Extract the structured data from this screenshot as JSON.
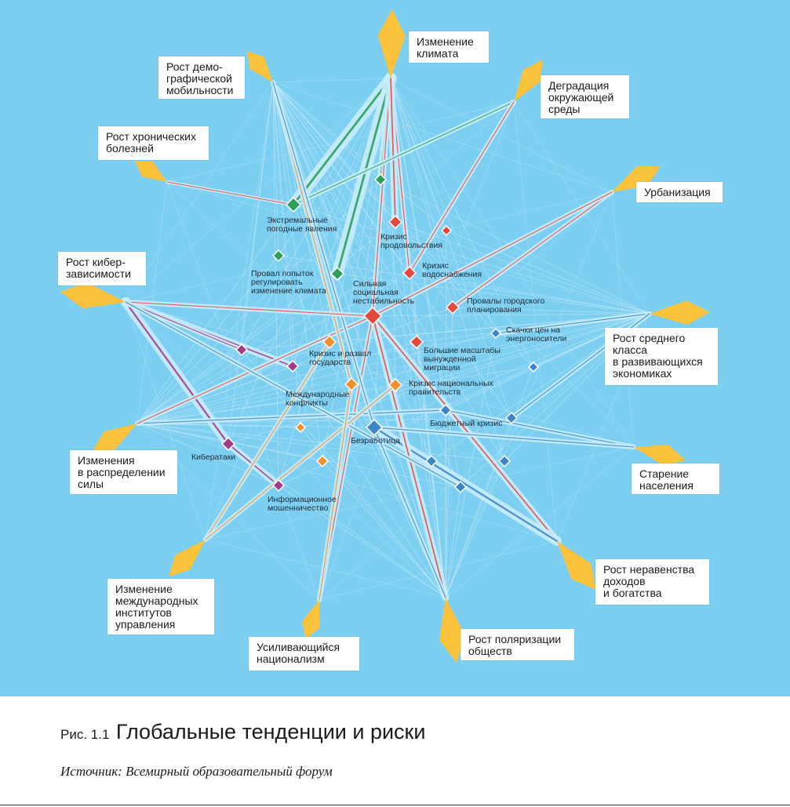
{
  "colors": {
    "background": "#7dcff2",
    "trend": "#fbc23c",
    "economic": "#3d85c6",
    "environmental": "#2e9e5b",
    "geopolitical": "#f0902f",
    "societal": "#e5483c",
    "technological": "#a63a8a"
  },
  "trends": [
    {
      "id": "t_climate",
      "label": "Изменение\nклимата"
    },
    {
      "id": "t_env",
      "label": "Деградация\nокружающей\nсреды"
    },
    {
      "id": "t_urban",
      "label": "Урбанизация"
    },
    {
      "id": "t_middle",
      "label": "Рост среднего\nкласса\nв развивающихся\nэкономиках"
    },
    {
      "id": "t_aging",
      "label": "Старение\nнаселения"
    },
    {
      "id": "t_inequality",
      "label": "Рост неравенства\nдоходов\nи богатства"
    },
    {
      "id": "t_polar",
      "label": "Рост поляризации\nобществ"
    },
    {
      "id": "t_nation",
      "label": "Усиливающийся\nнационализм"
    },
    {
      "id": "t_govern",
      "label": "Изменение\nмеждународных\nинститутов\nуправления"
    },
    {
      "id": "t_power",
      "label": "Изменения\nв распределении\nсилы"
    },
    {
      "id": "t_cyber",
      "label": "Рост кибер-\nзависимости"
    },
    {
      "id": "t_disease",
      "label": "Рост хронических\nболезней"
    },
    {
      "id": "t_demo",
      "label": "Рост демо-\nграфической\nмобильности"
    }
  ],
  "risks": [
    {
      "id": "r_weather",
      "label": "Экстремальные\nпогодные явления",
      "category": "environmental"
    },
    {
      "id": "r_env2",
      "label": "",
      "category": "environmental"
    },
    {
      "id": "r_env3",
      "label": "",
      "category": "environmental"
    },
    {
      "id": "r_climfail",
      "label": "Провал попыток\nрегулировать\nизменение климата",
      "category": "environmental"
    },
    {
      "id": "r_food",
      "label": "Кризис\nпродовольствия",
      "category": "societal"
    },
    {
      "id": "r_soc2",
      "label": "",
      "category": "societal"
    },
    {
      "id": "r_water",
      "label": "Кризис\nводоснабжения",
      "category": "societal"
    },
    {
      "id": "r_urbanfail",
      "label": "Провалы городского\nпланирования",
      "category": "societal"
    },
    {
      "id": "r_instability",
      "label": "Сильная\nсоциальная\nнестабильность",
      "category": "societal"
    },
    {
      "id": "r_migration",
      "label": "Большие масштабы\nвынужденной\nмиграции",
      "category": "societal"
    },
    {
      "id": "r_energy",
      "label": "Скачки цен на\nэнергоносители",
      "category": "economic"
    },
    {
      "id": "r_eco2",
      "label": "",
      "category": "economic"
    },
    {
      "id": "r_statecol",
      "label": "Кризис и развал\nгосударств",
      "category": "geopolitical"
    },
    {
      "id": "r_natgov",
      "label": "Кризис национальных\nправительств",
      "category": "geopolitical"
    },
    {
      "id": "r_conflict",
      "label": "Международные\nконфликты",
      "category": "geopolitical"
    },
    {
      "id": "r_fiscal",
      "label": "Бюджетный кризис",
      "category": "economic"
    },
    {
      "id": "r_eco3",
      "label": "",
      "category": "economic"
    },
    {
      "id": "r_geo2",
      "label": "",
      "category": "geopolitical"
    },
    {
      "id": "r_unemploy",
      "label": "Безработица",
      "category": "economic"
    },
    {
      "id": "r_eco4",
      "label": "",
      "category": "economic"
    },
    {
      "id": "r_eco5",
      "label": "",
      "category": "economic"
    },
    {
      "id": "r_geo3",
      "label": "",
      "category": "geopolitical"
    },
    {
      "id": "r_eco6",
      "label": "",
      "category": "economic"
    },
    {
      "id": "r_cyberatt",
      "label": "Кибератаки",
      "category": "technological"
    },
    {
      "id": "r_fraud",
      "label": "Информационное\nмошенничество",
      "category": "technological"
    },
    {
      "id": "r_tech2",
      "label": "",
      "category": "technological"
    },
    {
      "id": "r_tech3",
      "label": "",
      "category": "technological"
    }
  ],
  "caption": {
    "number": "Рис. 1.1",
    "title": "Глобальные тенденции и риски",
    "source": "Источник: Всемирный образовательный форум"
  }
}
